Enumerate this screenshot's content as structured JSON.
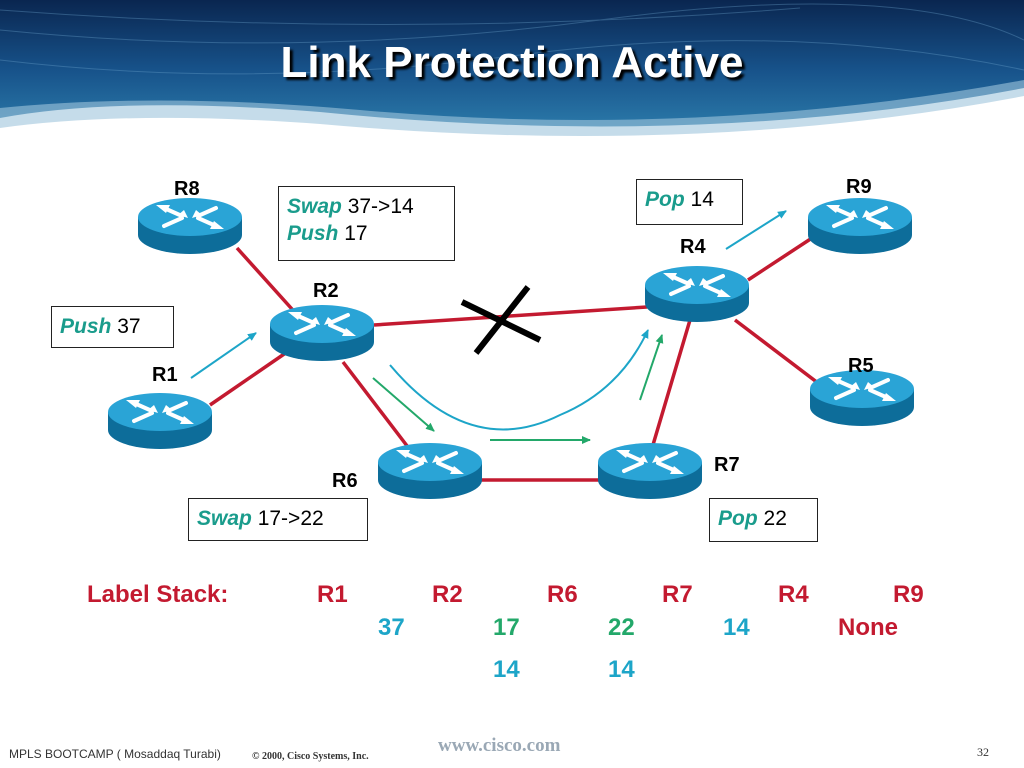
{
  "title": "Link Protection Active",
  "routers": {
    "r1": "R1",
    "r2": "R2",
    "r4": "R4",
    "r5": "R5",
    "r6": "R6",
    "r7": "R7",
    "r8": "R8",
    "r9": "R9"
  },
  "boxes": {
    "r1_push": {
      "op": "Push",
      "val": "37"
    },
    "r2_swap": {
      "op": "Swap",
      "val": "37->14"
    },
    "r2_push": {
      "op": "Push",
      "val": "17"
    },
    "r4_pop": {
      "op": "Pop",
      "val": "14"
    },
    "r6_swap": {
      "op": "Swap",
      "val": "17->22"
    },
    "r7_pop": {
      "op": "Pop",
      "val": "22"
    }
  },
  "label_stack": {
    "heading": "Label Stack:",
    "columns": [
      "R1",
      "R2",
      "R6",
      "R7",
      "R4",
      "R9"
    ],
    "row1": [
      "37",
      "17",
      "22",
      "14",
      "None"
    ],
    "row2": [
      "14",
      "14"
    ]
  },
  "footer": {
    "left": "MPLS BOOTCAMP ( Mosaddaq Turabi)",
    "copyright": "© 2000, Cisco Systems, Inc.",
    "url": "www.cisco.com",
    "page": "32"
  },
  "colors": {
    "link": "#c31a30",
    "router": "#1796c4",
    "label_green": "#23a86a",
    "label_blue": "#1da5c8",
    "label_red": "#c31a30",
    "op_text": "#1a9c8c"
  }
}
